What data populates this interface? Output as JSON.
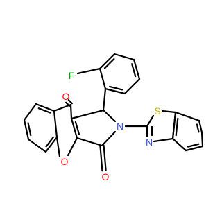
{
  "structure": {
    "atoms": {
      "fluorine": "F",
      "ketone_oxygen": "O",
      "ring_oxygen": "O",
      "lactam_oxygen": "O",
      "pyrrole_nitrogen": "N",
      "thiazole_nitrogen": "N",
      "thiazole_sulfur": "S"
    },
    "colors": {
      "bond": "#000000",
      "oxygen": "#ff0d0d",
      "nitrogen": "#3050f8",
      "sulfur": "#c8b400",
      "fluorine": "#00a000"
    }
  }
}
